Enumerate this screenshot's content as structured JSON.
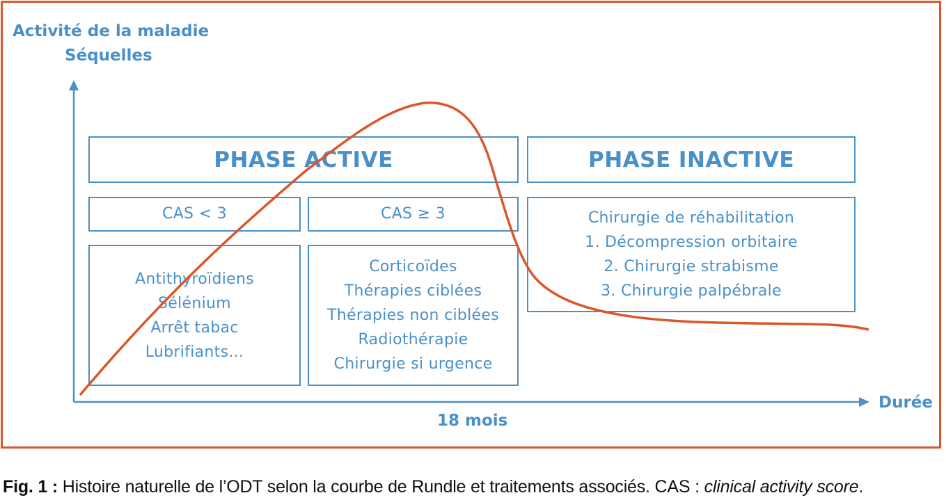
{
  "axes": {
    "y_label_line1": "Activité de la maladie",
    "y_label_line2": "Séquelles",
    "x_label": "Durée",
    "x_marker": "18 mois"
  },
  "phases": {
    "active_title": "PHASE ACTIVE",
    "inactive_title": "PHASE INACTIVE"
  },
  "cas": {
    "low_label": "CAS < 3",
    "high_label": "CAS ≥ 3"
  },
  "treatments": {
    "low": [
      "Antithyroïdiens",
      "Sélénium",
      "Arrêt tabac",
      "Lubrifiants..."
    ],
    "high": [
      "Corticoïdes",
      "Thérapies ciblées",
      "Thérapies non ciblées",
      "Radiothérapie",
      "Chirurgie si urgence"
    ],
    "inactive": [
      "Chirurgie de réhabilitation",
      "1. Décompression orbitaire",
      "2. Chirurgie strabisme",
      "3. Chirurgie palpébrale"
    ]
  },
  "caption": {
    "label": "Fig. 1 :",
    "text": " Histoire naturelle de l’ODT selon la courbe de Rundle et traitements associés. CAS : ",
    "italic": "clinical activity score",
    "end": "."
  },
  "colors": {
    "accent_blue": "#4a90c8",
    "curve_orange": "#d9572b"
  }
}
